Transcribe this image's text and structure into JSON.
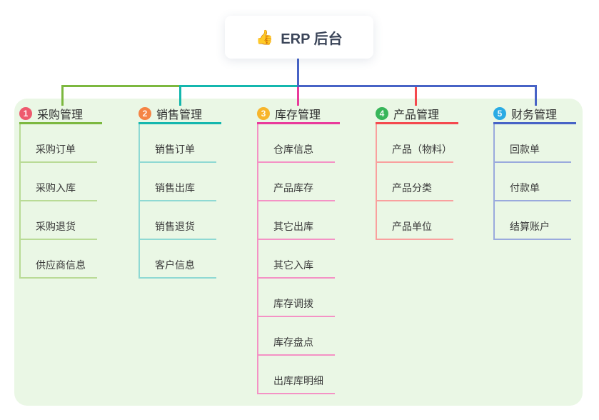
{
  "root": {
    "icon": "thumbs-up",
    "icon_glyph": "👍",
    "title": "ERP 后台"
  },
  "canvas": {
    "background": "#ffffff",
    "panel_background": "#eaf7e5",
    "root_stem_color": "#4763c6"
  },
  "branches": [
    {
      "index": "1",
      "label": "采购管理",
      "colors": {
        "line": "#7cb83f",
        "light": "#b9db96",
        "badge": "#ee5a6e"
      },
      "children": [
        "采购订单",
        "采购入库",
        "采购退货",
        "供应商信息"
      ]
    },
    {
      "index": "2",
      "label": "销售管理",
      "colors": {
        "line": "#14b7ae",
        "light": "#8fd9d3",
        "badge": "#f58445"
      },
      "children": [
        "销售订单",
        "销售出库",
        "销售退货",
        "客户信息"
      ]
    },
    {
      "index": "3",
      "label": "库存管理",
      "colors": {
        "line": "#e93a9b",
        "light": "#f492c5",
        "badge": "#f7b52c"
      },
      "children": [
        "仓库信息",
        "产品库存",
        "其它出库",
        "其它入库",
        "库存调拨",
        "库存盘点",
        "出库库明细"
      ]
    },
    {
      "index": "4",
      "label": "产品管理",
      "colors": {
        "line": "#f4494e",
        "light": "#f9a09e",
        "badge": "#38b65a"
      },
      "children": [
        "产品（物料）",
        "产品分类",
        "产品单位"
      ]
    },
    {
      "index": "5",
      "label": "财务管理",
      "colors": {
        "line": "#4763c6",
        "light": "#9aaadd",
        "badge": "#2aabe4"
      },
      "children": [
        "回款单",
        "付款单",
        "结算账户"
      ]
    }
  ]
}
